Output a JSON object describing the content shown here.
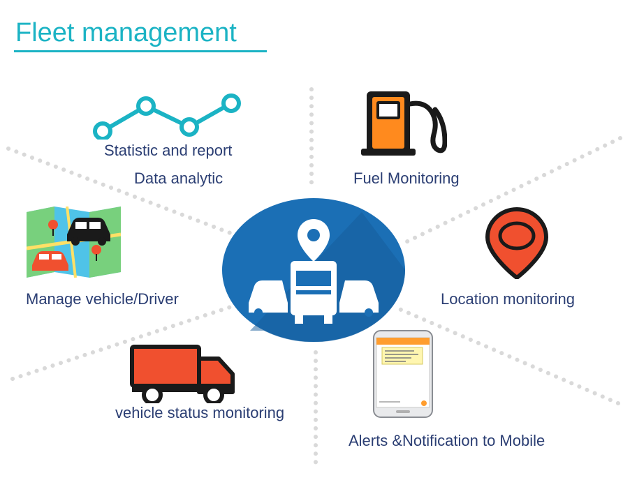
{
  "title": "Fleet management",
  "colors": {
    "title": "#1bb3c4",
    "label": "#2b3e73",
    "hub": "#1b6fb5",
    "accent": "#f0502f",
    "fuel": "#ff8a1e",
    "dots": "#d9d9d9"
  },
  "hub": {
    "icon": "vehicles-with-location-pin-icon"
  },
  "features": [
    {
      "label": "Statistic and report",
      "icon": "line-graph-icon"
    },
    {
      "label": "Data analytic",
      "icon": "line-graph-icon"
    },
    {
      "label": "Fuel Monitoring",
      "icon": "fuel-pump-icon"
    },
    {
      "label": "Manage vehicle/Driver",
      "icon": "map-with-cars-icon"
    },
    {
      "label": "Location monitoring",
      "icon": "location-pin-icon"
    },
    {
      "label": "vehicle status monitoring",
      "icon": "truck-icon"
    },
    {
      "label": "Alerts &Notification to Mobile",
      "icon": "smartphone-icon"
    }
  ]
}
